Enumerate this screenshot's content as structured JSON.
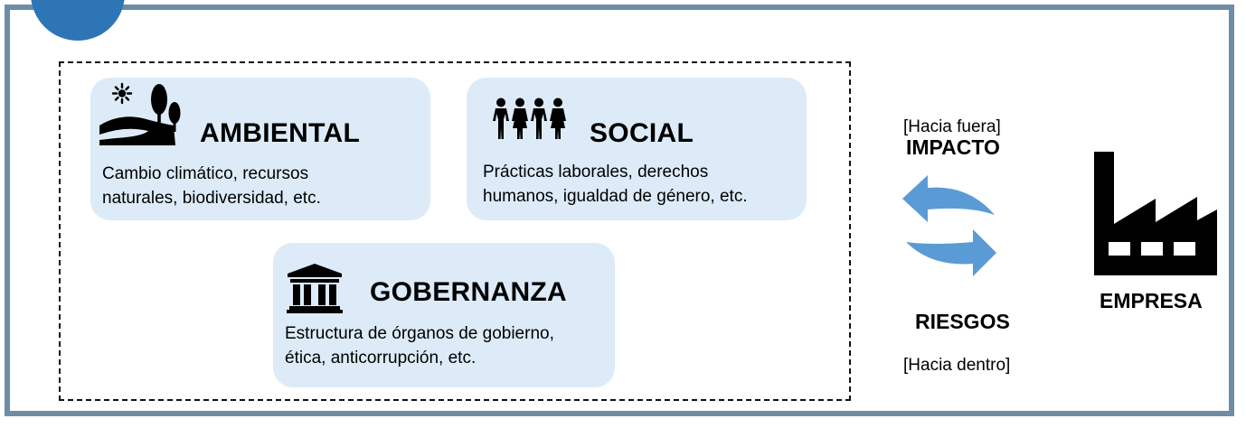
{
  "cards": {
    "ambiental": {
      "title": "AMBIENTAL",
      "desc_line1": "Cambio climático, recursos",
      "desc_line2": "naturales, biodiversidad, etc."
    },
    "social": {
      "title": "SOCIAL",
      "desc_line1": "Prácticas laborales, derechos",
      "desc_line2": "humanos, igualdad de género, etc."
    },
    "gobernanza": {
      "title": "GOBERNANZA",
      "desc_line1": "Estructura de órganos de gobierno,",
      "desc_line2": "ética, anticorrupción, etc."
    }
  },
  "flow": {
    "outward_label": "[Hacia fuera]",
    "impact_label": "IMPACTO",
    "risks_label": "RIESGOS",
    "inward_label": "[Hacia dentro]",
    "company_label": "EMPRESA"
  },
  "colors": {
    "frame_border": "#6e8da5",
    "corner_circle": "#2e75b6",
    "card_bg": "#dcebf7",
    "arrows": "#5b9bd5"
  },
  "icons": [
    "nature-icon",
    "people-icon",
    "government-building-icon",
    "exchange-arrows-icon",
    "factory-icon"
  ]
}
